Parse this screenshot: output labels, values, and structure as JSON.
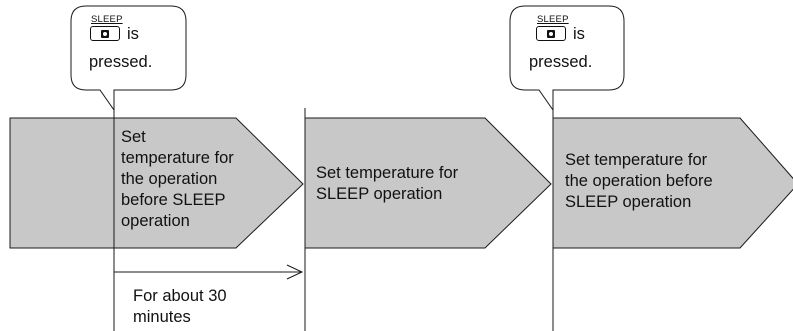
{
  "callouts": [
    {
      "button_caption": "SLEEP",
      "button_icon": "sleep-button-icon",
      "line1_suffix": "is",
      "line2": "pressed."
    },
    {
      "button_caption": "SLEEP",
      "button_icon": "sleep-button-icon",
      "line1_suffix": "is",
      "line2": "pressed."
    }
  ],
  "stages": [
    {
      "lines": [
        "Set",
        "temperature for",
        "the operation",
        "before SLEEP",
        "operation"
      ]
    },
    {
      "lines": [
        "Set temperature for",
        "SLEEP operation"
      ]
    },
    {
      "lines": [
        "Set temperature for",
        "the operation before",
        "SLEEP operation"
      ]
    }
  ],
  "duration": {
    "lines": [
      "For about 30",
      "minutes"
    ]
  },
  "colors": {
    "arrow_fill": "#c8c8c8",
    "stroke": "#1a1a1a",
    "background": "#ffffff"
  }
}
